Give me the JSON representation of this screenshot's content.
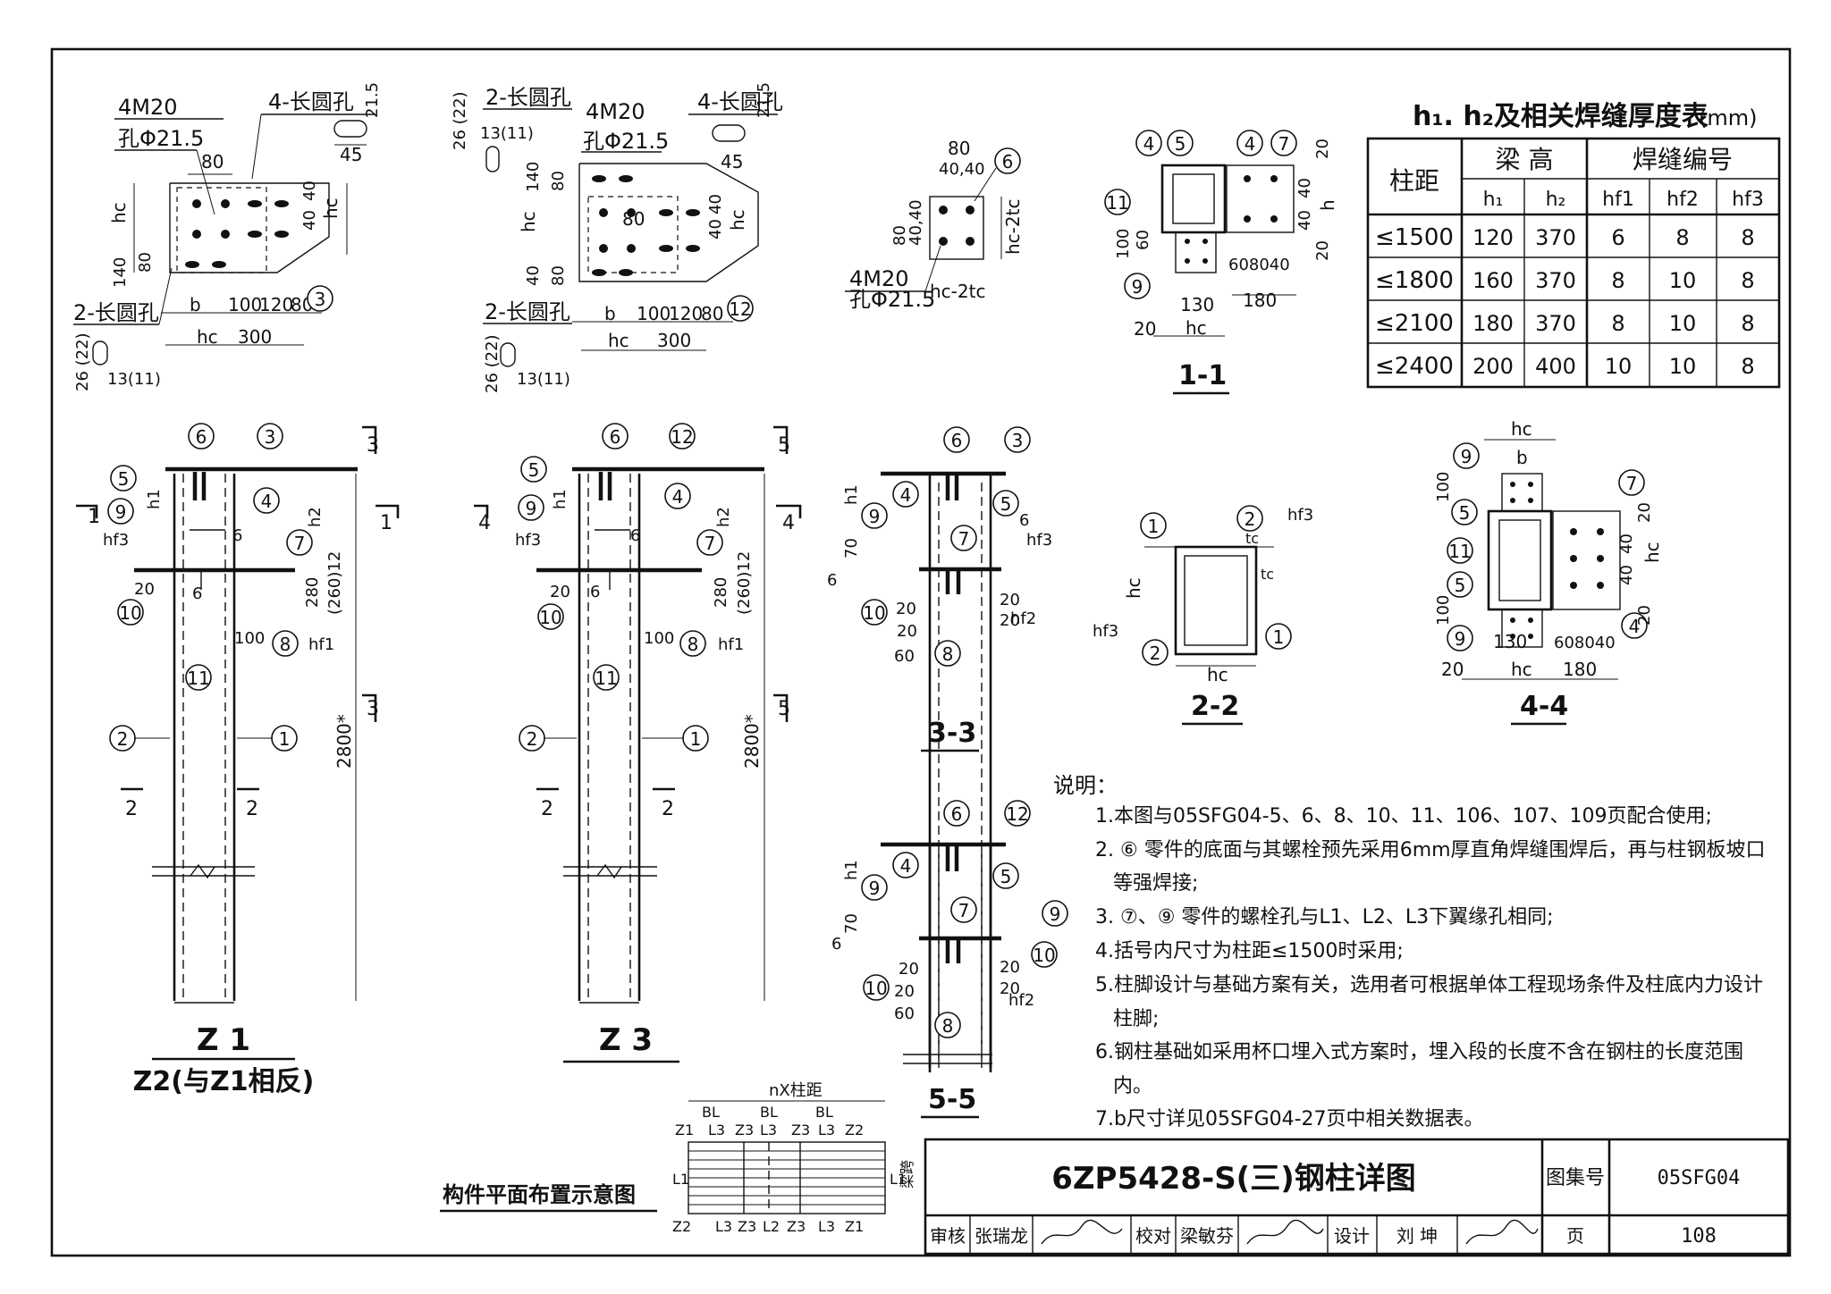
{
  "labels": {
    "m20": "4M20",
    "hole": "孔Φ21.5",
    "long_hole4": "4-长圆孔",
    "long_hole2": "2-长圆孔",
    "d21_5": "21.5",
    "d45": "45",
    "d80": "80",
    "d4040": "40,40",
    "d140": "140",
    "d40": "40",
    "d100": "100",
    "d120": "120",
    "d300": "300",
    "d26_22": "26 (22)",
    "d13_11": "13(11)",
    "hc": "hc",
    "b": "b",
    "h1": "h1",
    "h2": "h2",
    "h": "h",
    "tc": "tc",
    "hc_2tc": "hc-2tc",
    "d130": "130",
    "d180": "180",
    "d20": "20",
    "d60": "60",
    "d70": "70",
    "d6": "6",
    "d280": "280",
    "d260_12": "(260)12",
    "d2800": "2800*",
    "d608040": "608040",
    "hf1": "hf1",
    "hf2": "hf2",
    "hf3": "hf3",
    "sec1": "1",
    "sec2": "2",
    "sec3": "3",
    "sec4": "4",
    "sec5": "5"
  },
  "markers": [
    "1",
    "2",
    "3",
    "4",
    "5",
    "6",
    "7",
    "8",
    "9",
    "10",
    "11",
    "12"
  ],
  "views": {
    "z1_title": "Z 1",
    "z1_sub": "Z2(与Z1相反)",
    "z3_title": "Z 3",
    "s11": "1-1",
    "s22": "2-2",
    "s33": "3-3",
    "s44": "4-4",
    "s55": "5-5"
  },
  "table": {
    "title": "h₁. h₂及相关焊缝厚度表",
    "unit": "(mm)",
    "col_span": "柱距",
    "grp_beam": "梁 高",
    "grp_weld": "焊缝编号",
    "sub": [
      "h₁",
      "h₂",
      "hf1",
      "hf2",
      "hf3"
    ],
    "rows": [
      [
        "≤1500",
        "120",
        "370",
        "6",
        "8",
        "8"
      ],
      [
        "≤1800",
        "160",
        "370",
        "8",
        "10",
        "8"
      ],
      [
        "≤2100",
        "180",
        "370",
        "8",
        "10",
        "8"
      ],
      [
        "≤2400",
        "200",
        "400",
        "10",
        "10",
        "8"
      ]
    ]
  },
  "notes": {
    "title": "说明：",
    "items": [
      "1.本图与05SFG04-5、6、8、10、11、106、107、109页配合使用;",
      "2. ⑥ 零件的底面与其螺栓预先采用6mm厚直角焊缝围焊后，再与柱钢板坡口",
      "等强焊接;",
      "3. ⑦、⑨ 零件的螺栓孔与L1、L2、L3下翼缘孔相同;",
      "4.括号内尺寸为柱距≤1500时采用;",
      "5.柱脚设计与基础方案有关，选用者可根据单体工程现场条件及柱底内力设计",
      "柱脚;",
      "6.钢柱基础如采用杯口埋入式方案时，埋入段的长度不含在钢柱的长度范围",
      "内。",
      "7.b尺寸详见05SFG04-27页中相关数据表。"
    ]
  },
  "plan": {
    "caption": "构件平面布置示意图",
    "top": "nX柱距",
    "bl": "BL",
    "l1": "L1",
    "l2": "L2",
    "l3": "L3",
    "z1": "Z1",
    "z2": "Z2",
    "z3": "Z3",
    "span": "梁跨"
  },
  "titleblock": {
    "title": "6ZP5428-S(三)钢柱详图",
    "atlas_label": "图集号",
    "atlas_no": "05SFG04",
    "review": "审核",
    "reviewer": "张瑞龙",
    "check": "校对",
    "checker": "梁敏芬",
    "design": "设计",
    "designer": "刘 坤",
    "page_label": "页",
    "page_no": "108"
  }
}
